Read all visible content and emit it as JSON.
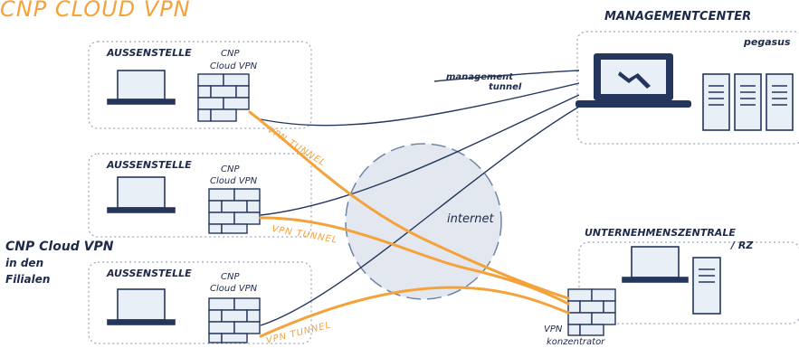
{
  "title": "CNP CLOUD VPN",
  "management_center": {
    "title": "MANAGEMENTCENTER",
    "subtitle": "pegasus"
  },
  "management_tunnel": {
    "line1": "management",
    "line2": "tunnel"
  },
  "branches": [
    {
      "label": "AUSSENSTELLE",
      "fw_line1": "CNP",
      "fw_line2": "Cloud VPN"
    },
    {
      "label": "AUSSENSTELLE",
      "fw_line1": "CNP",
      "fw_line2": "Cloud VPN"
    },
    {
      "label": "AUSSENSTELLE",
      "fw_line1": "CNP",
      "fw_line2": "Cloud VPN"
    }
  ],
  "left_caption": {
    "line1": "CNP Cloud VPN",
    "line2": "in den",
    "line3": "Filialen"
  },
  "internet": "internet",
  "tunnel_labels": [
    "VPN TUNNEL",
    "VPN TUNNEL",
    "VPN TUNNEL"
  ],
  "hq": {
    "title": "UNTERNEHMENSZENTRALE",
    "subtitle": "/ RZ"
  },
  "concentrator": {
    "line1": "VPN",
    "line2": "konzentrator"
  },
  "colors": {
    "navy": "#24365b",
    "orange": "#f4a23a",
    "cloud": "#e3e8f0"
  }
}
